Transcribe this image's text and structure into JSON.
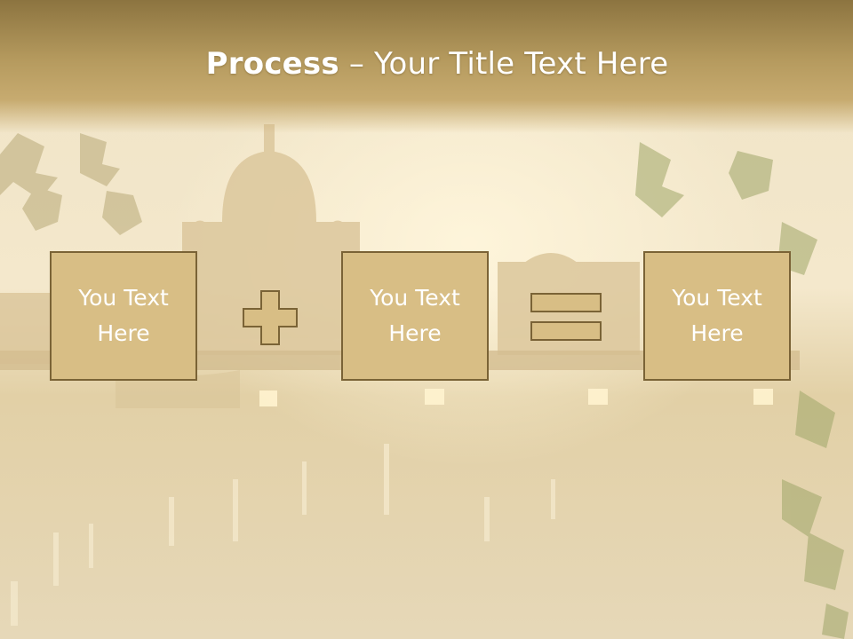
{
  "slide": {
    "title_bold": "Process",
    "title_separator": "–",
    "title_rest": "Your Title Text Here"
  },
  "process": {
    "boxes": [
      {
        "text": "You Text Here"
      },
      {
        "text": "You Text Here"
      },
      {
        "text": "You Text Here"
      }
    ],
    "operators": [
      "plus-icon",
      "equals-icon"
    ]
  },
  "colors": {
    "title_band": "#b59a5e",
    "box_fill": "#d8be85",
    "box_border": "#7a6336",
    "text": "#ffffff"
  }
}
